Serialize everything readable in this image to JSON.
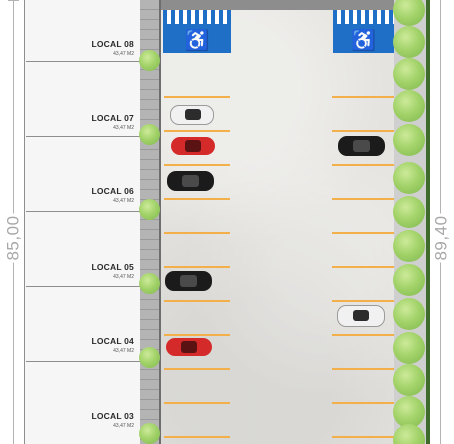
{
  "dimensions": {
    "left_total": "85,00",
    "right_total": "89,40"
  },
  "units": [
    {
      "name": "LOCAL 08",
      "area": "43,47 M2"
    },
    {
      "name": "LOCAL 07",
      "area": "43,47 M2"
    },
    {
      "name": "LOCAL 06",
      "area": "43,47 M2"
    },
    {
      "name": "LOCAL 05",
      "area": "43,47 M2"
    },
    {
      "name": "LOCAL 04",
      "area": "43,47 M2"
    },
    {
      "name": "LOCAL 03",
      "area": "43,47 M2"
    }
  ],
  "accessible_space_icon": "wheelchair-icon",
  "colors": {
    "accessible_blue": "#1f6fc6",
    "parking_stripe": "#f3b04a",
    "car_red": "#d42a2a",
    "car_black": "#1b1b1b",
    "car_white": "#f1f1f1",
    "tree_green": "#a3d36a"
  }
}
